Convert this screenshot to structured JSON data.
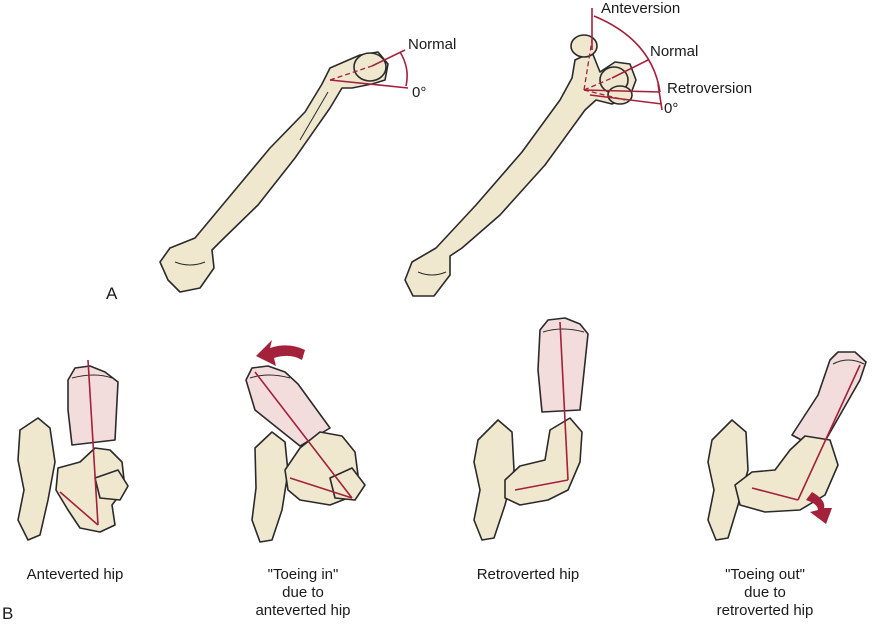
{
  "panel_a": {
    "label": "A",
    "femur_left": {
      "normal": "Normal",
      "zero": "0°"
    },
    "femur_right": {
      "anteversion": "Anteversion",
      "normal": "Normal",
      "retroversion": "Retroversion",
      "zero": "0°"
    }
  },
  "panel_b": {
    "label": "B",
    "captions": [
      {
        "lines": [
          "Anteverted hip"
        ]
      },
      {
        "lines": [
          "\"Toeing in\"",
          "due to",
          "anteverted hip"
        ]
      },
      {
        "lines": [
          "Retroverted hip"
        ]
      },
      {
        "lines": [
          "\"Toeing out\"",
          "due to",
          "retroverted hip"
        ]
      }
    ]
  },
  "colors": {
    "bone": "#efe8cf",
    "outline": "#2a2a2a",
    "axis": "#a3213a",
    "arrow": "#a3213a",
    "foot": "#f3dcdc"
  }
}
